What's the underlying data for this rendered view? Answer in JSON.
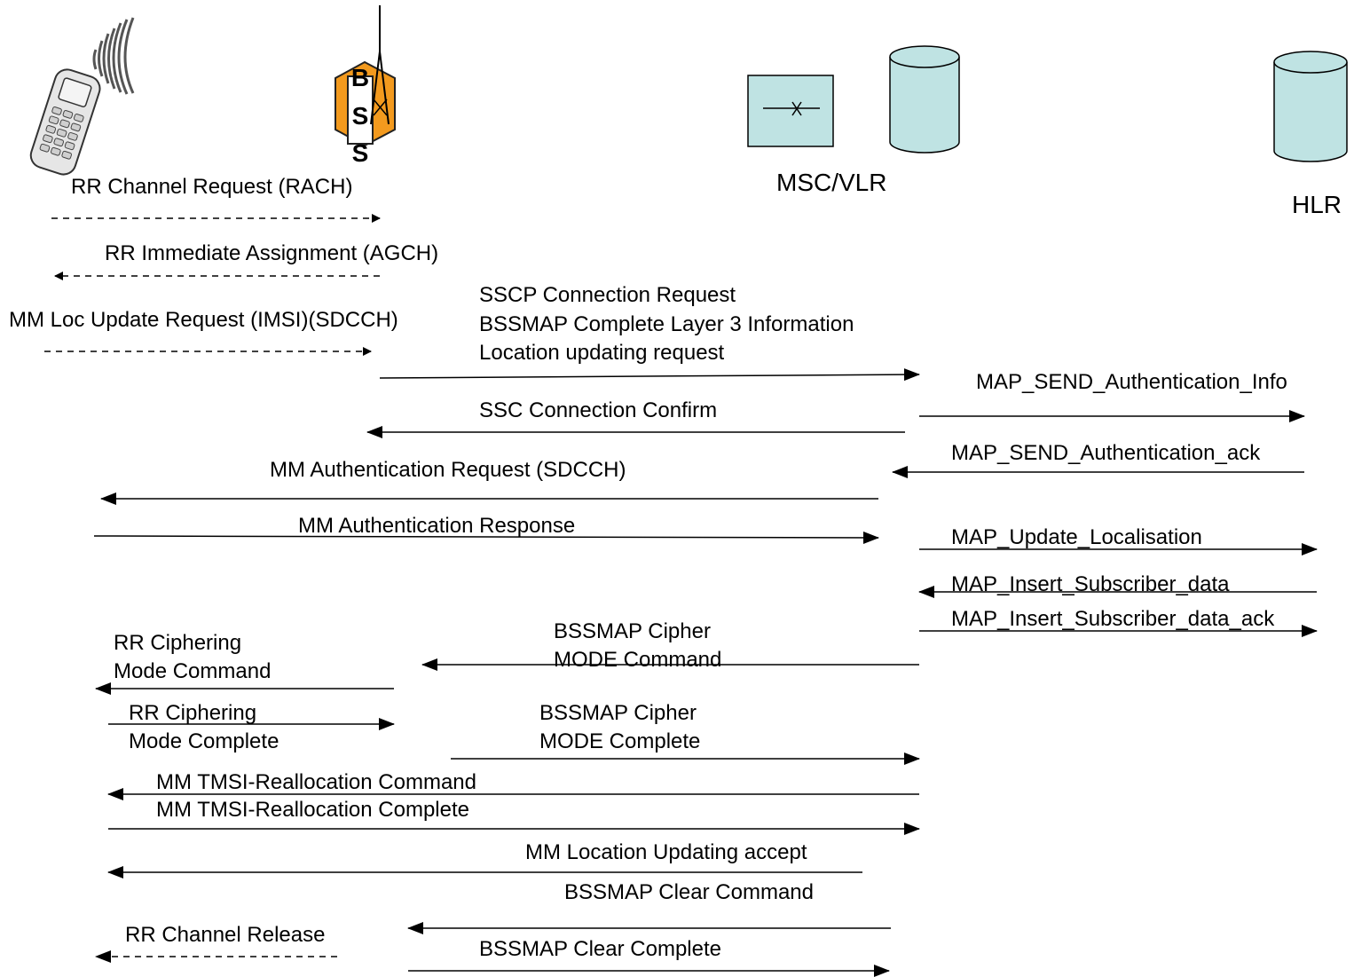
{
  "colors": {
    "bss_fill": "#F39A1E",
    "node_fill": "#BFE3E3",
    "line": "#000000"
  },
  "icons": {
    "ms": "mobile-phone-icon",
    "bss": "bss-tower-icon",
    "msc": "msc-switch-icon",
    "vlr": "vlr-database-icon",
    "hlr": "hlr-database-icon"
  },
  "nodes": {
    "bss_letters": [
      "B",
      "S",
      "S"
    ],
    "msc_vlr": "MSC/VLR",
    "hlr": "HLR"
  },
  "messages": {
    "rach": "RR Channel Request (RACH)",
    "agch": "RR Immediate Assignment (AGCH)",
    "loc_update": "MM Loc Update Request (IMSI)(SDCCH)",
    "sccp_1": "SSCP Connection Request",
    "sccp_2": "BSSMAP Complete Layer 3 Information",
    "sccp_3": "Location updating request",
    "map_auth_info": "MAP_SEND_Authentication_Info",
    "ssc_confirm": "SSC Connection Confirm",
    "map_auth_ack": "MAP_SEND_Authentication_ack",
    "mm_auth_req": "MM Authentication Request (SDCCH)",
    "mm_auth_resp": "MM Authentication Response",
    "map_update": "MAP_Update_Localisation",
    "map_insert": "MAP_Insert_Subscriber_data",
    "map_insert_ack": "MAP_Insert_Subscriber_data_ack",
    "rr_ciph_cmd_1": "RR Ciphering",
    "rr_ciph_cmd_2": "Mode Command",
    "bssmap_ciph_cmd_1": "BSSMAP Cipher",
    "bssmap_ciph_cmd_2": "MODE Command",
    "rr_ciph_cmp_1": "RR Ciphering",
    "rr_ciph_cmp_2": "Mode Complete",
    "bssmap_ciph_cmp_1": "BSSMAP Cipher",
    "bssmap_ciph_cmp_2": "MODE Complete",
    "tmsi_cmd": "MM TMSI-Reallocation Command",
    "tmsi_cmp": "MM TMSI-Reallocation Complete",
    "loc_accept": "MM Location Updating accept",
    "clear_cmd": "BSSMAP  Clear Command",
    "chan_release": "RR Channel Release",
    "clear_cmp": "BSSMAP Clear Complete"
  }
}
